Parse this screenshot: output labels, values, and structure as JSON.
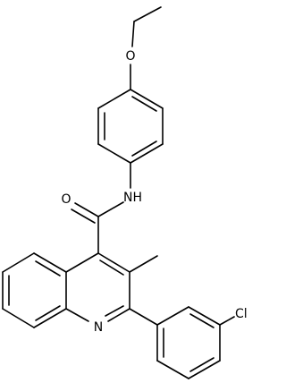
{
  "molecule": {
    "atoms": {
      "oxygen_ether": "O",
      "oxygen_carbonyl": "O",
      "amide_nitrogen": "NH",
      "ring_nitrogen": "N",
      "chlorine": "Cl"
    }
  },
  "colors": {
    "bond": "#000000",
    "label": "#000000",
    "background": "#ffffff"
  }
}
